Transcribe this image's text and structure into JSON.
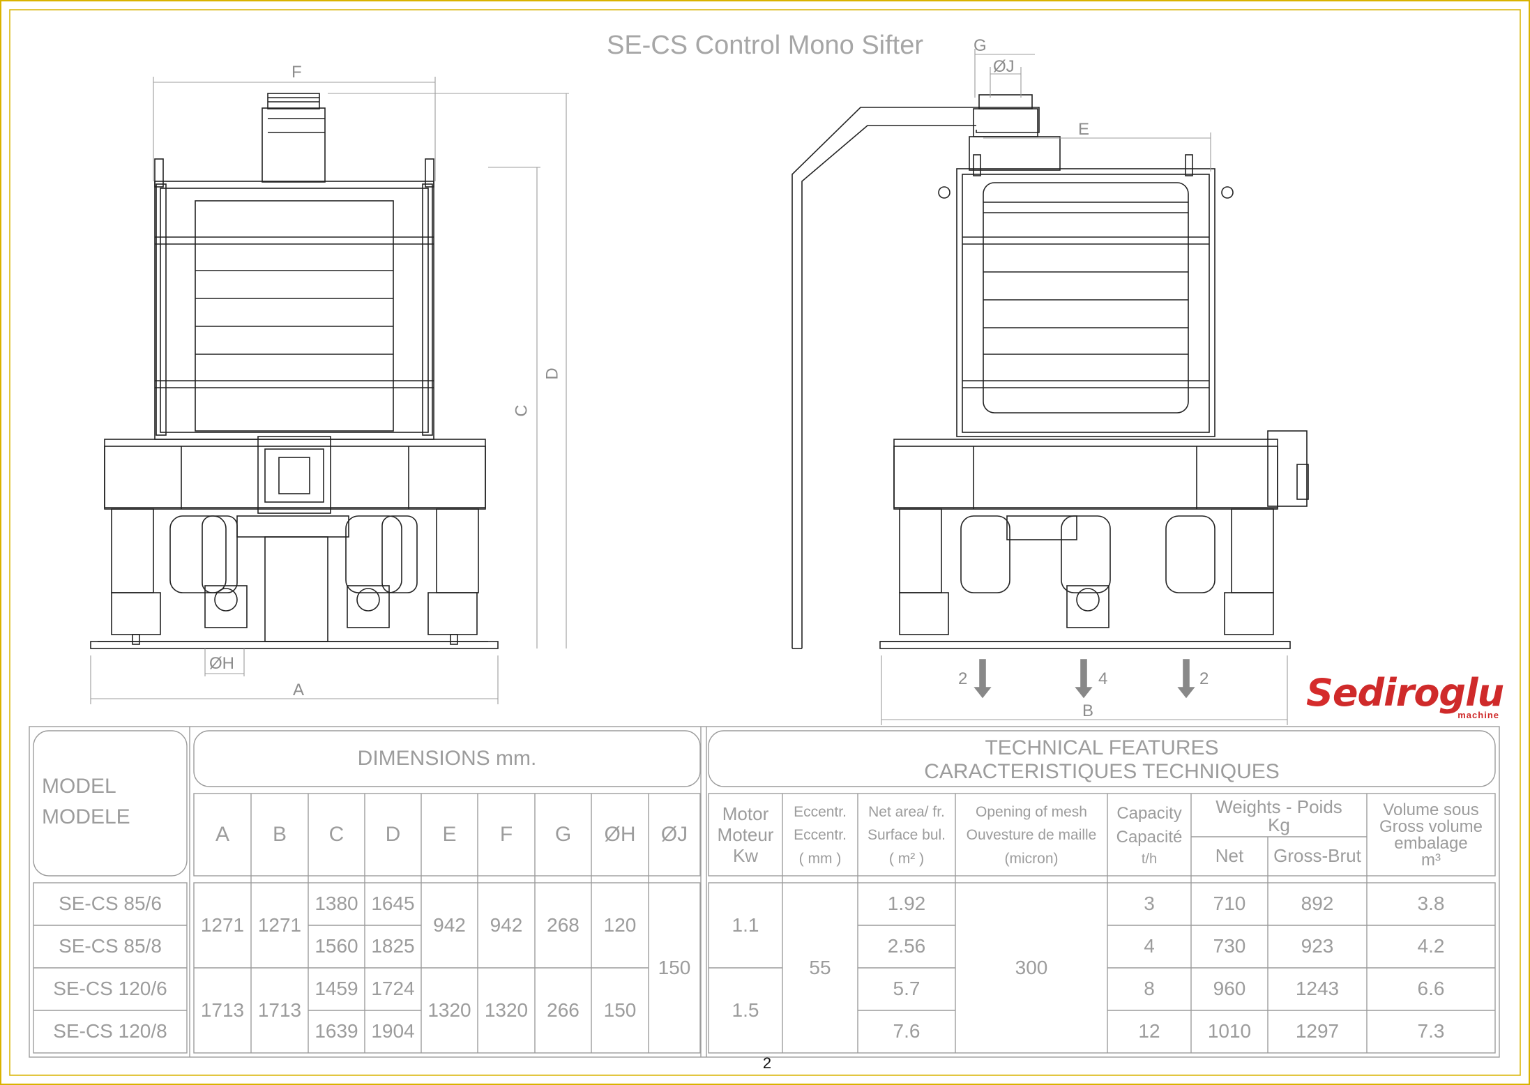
{
  "title": "SE-CS Control Mono Sifter",
  "page_number": "2",
  "logo": {
    "text_first": "S",
    "text_rest": "ediroglu",
    "subtitle": "machine",
    "color": "#cf2a2a"
  },
  "drawing": {
    "dims_front": {
      "F": "F",
      "C": "C",
      "D": "D",
      "H": "ØH",
      "A": "A"
    },
    "dims_side": {
      "G": "G",
      "J": "ØJ",
      "E": "E",
      "B": "B"
    },
    "flow_outlets": [
      "2",
      "4",
      "2"
    ]
  },
  "table": {
    "model_header": [
      "MODEL",
      "MODELE"
    ],
    "dimensions_header": "DIMENSIONS mm.",
    "technical_header": [
      "TECHNICAL FEATURES",
      "CARACTERISTIQUES TECHNIQUES"
    ],
    "dim_columns": [
      "A",
      "B",
      "C",
      "D",
      "E",
      "F",
      "G",
      "ØH",
      "ØJ"
    ],
    "tech_columns": {
      "motor": [
        "Motor",
        "Moteur",
        "Kw"
      ],
      "eccentr": [
        "Eccentr.",
        "Eccentr.",
        "( mm )"
      ],
      "net_area": [
        "Net area/ fr.",
        "Surface bul.",
        "( m² )"
      ],
      "opening": [
        "Opening of mesh",
        "Ouvesture de maille",
        "(micron)"
      ],
      "capacity": [
        "Capacity",
        "Capacité",
        "t/h"
      ],
      "weights": [
        "Weights - Poids",
        "Kg"
      ],
      "net": "Net",
      "gross": "Gross-Brut",
      "volume": [
        "Volume sous",
        "Gross volume",
        "embalage",
        "m³"
      ]
    },
    "models": [
      "SE-CS 85/6",
      "SE-CS 85/8",
      "SE-CS 120/6",
      "SE-CS 120/8"
    ],
    "groups": [
      {
        "A": "1271",
        "B": "1271",
        "E": "942",
        "F": "942",
        "G": "268",
        "H": "120",
        "motor": "1.1"
      },
      {
        "A": "1713",
        "B": "1713",
        "E": "1320",
        "F": "1320",
        "G": "266",
        "H": "150",
        "motor": "1.5"
      }
    ],
    "C": [
      "1380",
      "1560",
      "1459",
      "1639"
    ],
    "D": [
      "1645",
      "1825",
      "1724",
      "1904"
    ],
    "J": "150",
    "eccentr": "55",
    "net_area": [
      "1.92",
      "2.56",
      "5.7",
      "7.6"
    ],
    "opening": "300",
    "capacity": [
      "3",
      "4",
      "8",
      "12"
    ],
    "weight_net": [
      "710",
      "730",
      "960",
      "1010"
    ],
    "weight_gross": [
      "892",
      "923",
      "1243",
      "1297"
    ],
    "volume": [
      "3.8",
      "4.2",
      "6.6",
      "7.3"
    ]
  }
}
